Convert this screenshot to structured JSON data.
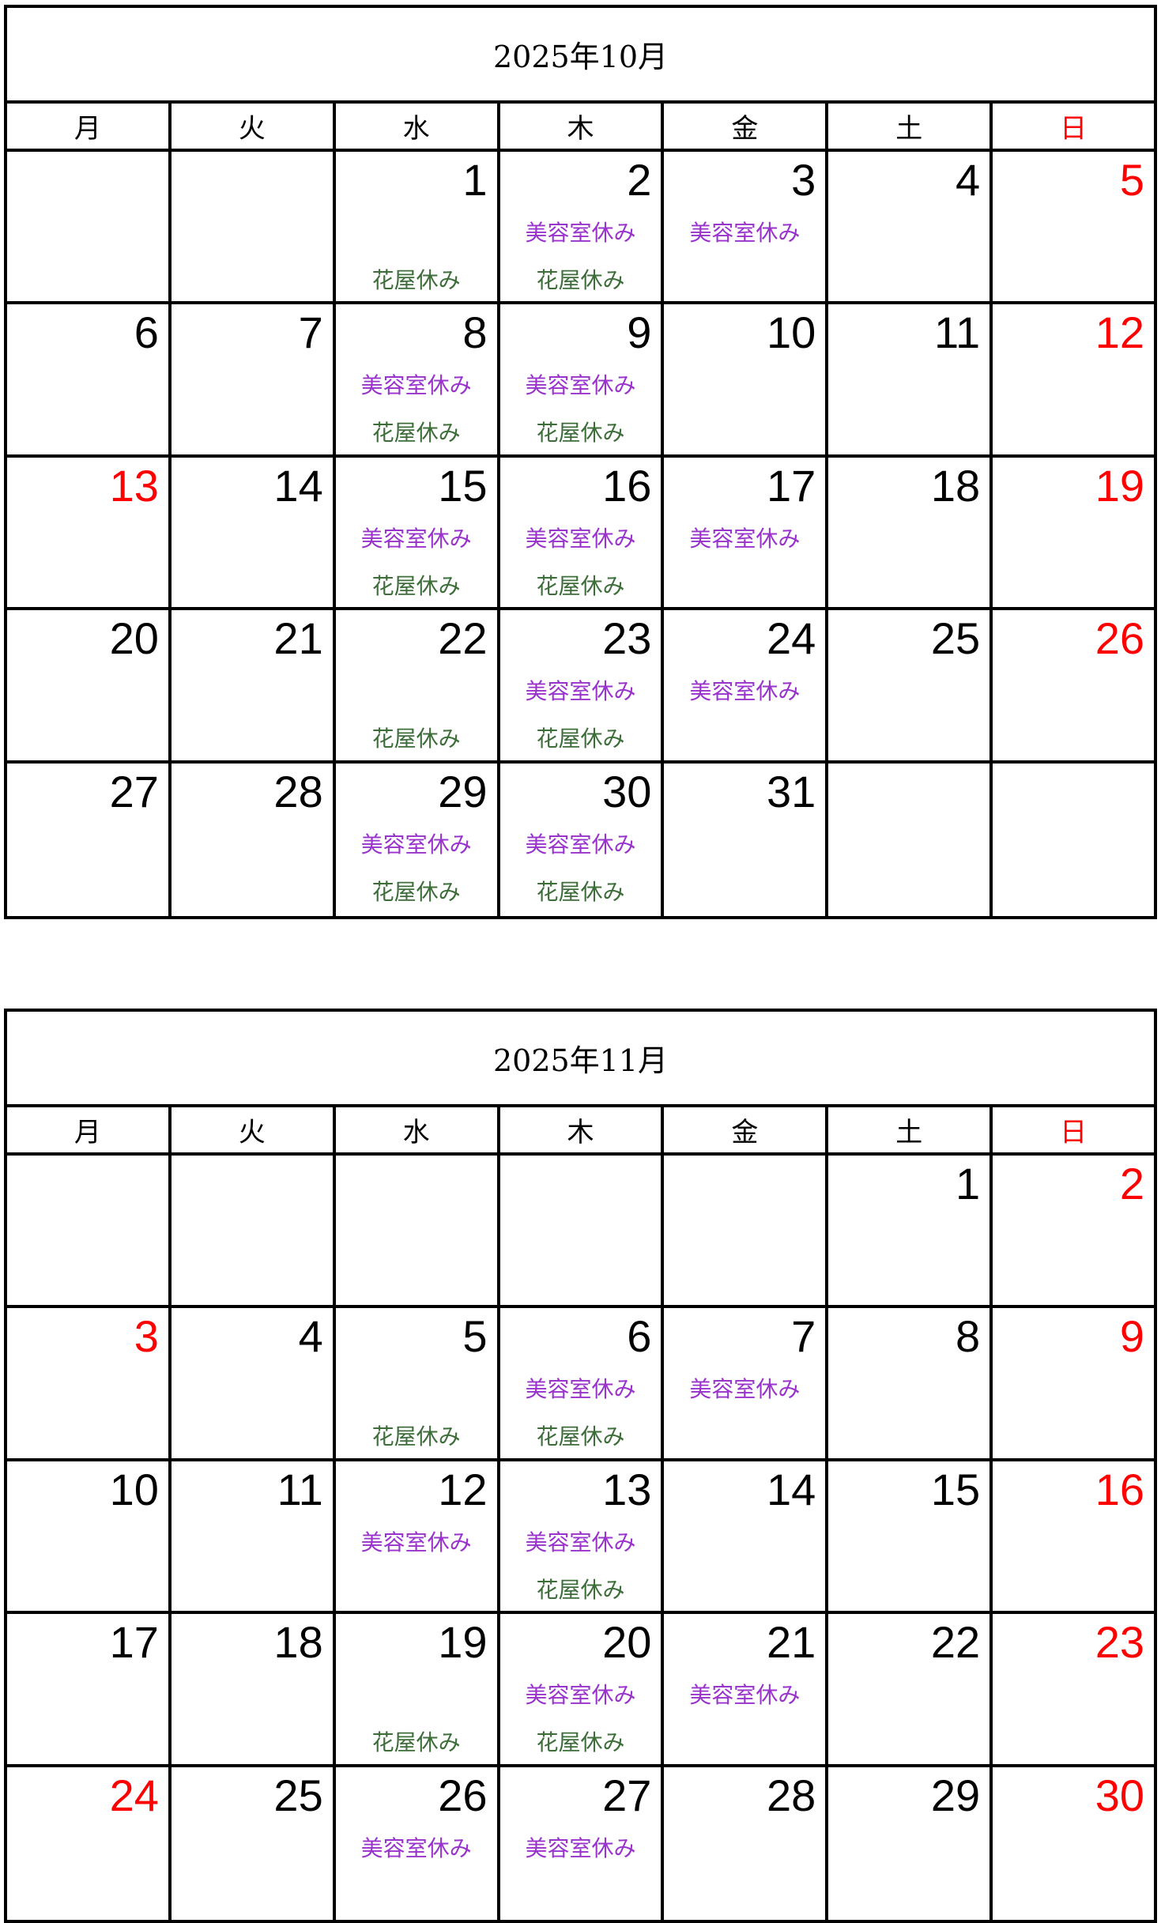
{
  "colors": {
    "holiday": "#ff0000",
    "beauty_salon": "#9933cc",
    "flower_shop": "#3d6e3a"
  },
  "weekdays": [
    "月",
    "火",
    "水",
    "木",
    "金",
    "土",
    "日"
  ],
  "sunday_index": 6,
  "labels": {
    "salon": "美容室休み",
    "flower": "花屋休み"
  },
  "months": [
    {
      "title": "2025年10月",
      "weeks": [
        [
          null,
          null,
          {
            "d": "1",
            "f": true
          },
          {
            "d": "2",
            "s": true,
            "f": true
          },
          {
            "d": "3",
            "s": true
          },
          {
            "d": "4"
          },
          {
            "d": "5",
            "r": true
          }
        ],
        [
          {
            "d": "6"
          },
          {
            "d": "7"
          },
          {
            "d": "8",
            "s": true,
            "f": true
          },
          {
            "d": "9",
            "s": true,
            "f": true
          },
          {
            "d": "10"
          },
          {
            "d": "11"
          },
          {
            "d": "12",
            "r": true
          }
        ],
        [
          {
            "d": "13",
            "r": true
          },
          {
            "d": "14"
          },
          {
            "d": "15",
            "s": true,
            "f": true
          },
          {
            "d": "16",
            "s": true,
            "f": true
          },
          {
            "d": "17",
            "s": true
          },
          {
            "d": "18"
          },
          {
            "d": "19",
            "r": true
          }
        ],
        [
          {
            "d": "20"
          },
          {
            "d": "21"
          },
          {
            "d": "22",
            "f": true
          },
          {
            "d": "23",
            "s": true,
            "f": true
          },
          {
            "d": "24",
            "s": true
          },
          {
            "d": "25"
          },
          {
            "d": "26",
            "r": true
          }
        ],
        [
          {
            "d": "27"
          },
          {
            "d": "28"
          },
          {
            "d": "29",
            "s": true,
            "f": true
          },
          {
            "d": "30",
            "s": true,
            "f": true
          },
          {
            "d": "31"
          },
          null,
          null
        ]
      ]
    },
    {
      "title": "2025年11月",
      "weeks": [
        [
          null,
          null,
          null,
          null,
          null,
          {
            "d": "1"
          },
          {
            "d": "2",
            "r": true
          }
        ],
        [
          {
            "d": "3",
            "r": true
          },
          {
            "d": "4"
          },
          {
            "d": "5",
            "f": true
          },
          {
            "d": "6",
            "s": true,
            "f": true
          },
          {
            "d": "7",
            "s": true
          },
          {
            "d": "8"
          },
          {
            "d": "9",
            "r": true
          }
        ],
        [
          {
            "d": "10"
          },
          {
            "d": "11"
          },
          {
            "d": "12",
            "s": true
          },
          {
            "d": "13",
            "s": true,
            "f": true
          },
          {
            "d": "14"
          },
          {
            "d": "15"
          },
          {
            "d": "16",
            "r": true
          }
        ],
        [
          {
            "d": "17"
          },
          {
            "d": "18"
          },
          {
            "d": "19",
            "f": true
          },
          {
            "d": "20",
            "s": true,
            "f": true
          },
          {
            "d": "21",
            "s": true
          },
          {
            "d": "22"
          },
          {
            "d": "23",
            "r": true
          }
        ],
        [
          {
            "d": "24",
            "r": true
          },
          {
            "d": "25"
          },
          {
            "d": "26",
            "s": true
          },
          {
            "d": "27",
            "s": true
          },
          {
            "d": "28"
          },
          {
            "d": "29"
          },
          {
            "d": "30",
            "r": true
          }
        ]
      ]
    }
  ]
}
